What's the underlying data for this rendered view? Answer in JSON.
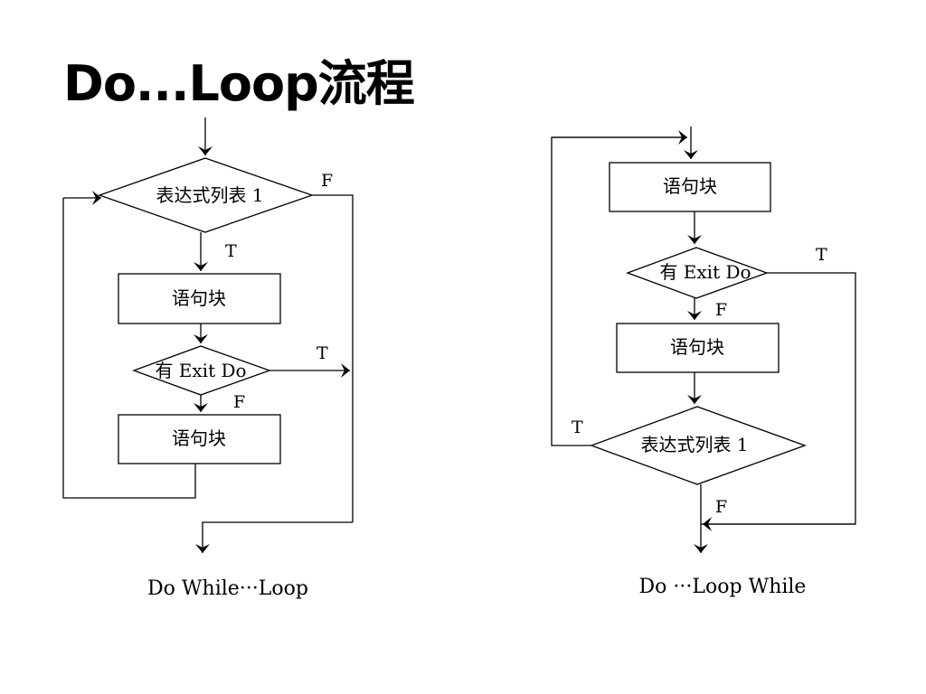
{
  "title": "Do...Loop流程",
  "left": {
    "condition": "表达式列表 1",
    "block1": "语句块",
    "exit_check": "有 Exit Do",
    "block2": "语句块",
    "label_f_top": "F",
    "label_t_cond": "T",
    "label_t_exit": "T",
    "label_f_exit": "F",
    "caption": "Do While···Loop"
  },
  "right": {
    "block1": "语句块",
    "exit_check": "有 Exit Do",
    "block2": "语句块",
    "condition": "表达式列表 1",
    "label_t_exit": "T",
    "label_f_exit": "F",
    "label_t_cond": "T",
    "label_f_cond": "F",
    "caption": "Do  ···Loop While"
  }
}
